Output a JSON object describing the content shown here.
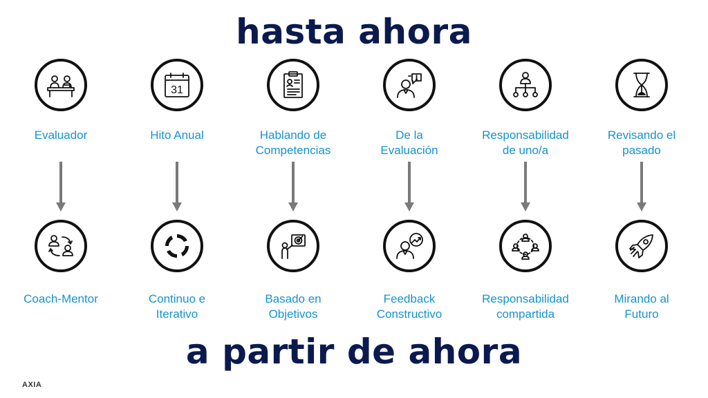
{
  "title_top": "hasta ahora",
  "title_bottom": "a partir de ahora",
  "brand": "AXIA",
  "colors": {
    "heading": "#0b1a4e",
    "label": "#1592d0",
    "arrow": "#7a7a7a",
    "icon_stroke": "#111111"
  },
  "columns": [
    {
      "from": {
        "icon": "evaluator-icon",
        "line1": "Evaluador",
        "line2": ""
      },
      "to": {
        "icon": "coach-mentor-icon",
        "line1": "Coach-Mentor",
        "line2": ""
      }
    },
    {
      "from": {
        "icon": "calendar-icon",
        "line1": "Hito Anual",
        "line2": "",
        "calendar_day": "31"
      },
      "to": {
        "icon": "cycle-arrows-icon",
        "line1": "Continuo e",
        "line2": "Iterativo"
      }
    },
    {
      "from": {
        "icon": "clipboard-icon",
        "line1": "Hablando de",
        "line2": "Competencias"
      },
      "to": {
        "icon": "presenter-target-icon",
        "line1": "Basado en",
        "line2": "Objetivos"
      }
    },
    {
      "from": {
        "icon": "person-alert-icon",
        "line1": "De la",
        "line2": "Evaluación"
      },
      "to": {
        "icon": "person-growth-icon",
        "line1": "Feedback",
        "line2": "Constructivo"
      }
    },
    {
      "from": {
        "icon": "org-chart-icon",
        "line1": "Responsabilidad",
        "line2": "de uno/a"
      },
      "to": {
        "icon": "team-network-icon",
        "line1": "Responsabilidad",
        "line2": "compartida"
      }
    },
    {
      "from": {
        "icon": "hourglass-icon",
        "line1": "Revisando el",
        "line2": "pasado"
      },
      "to": {
        "icon": "rocket-icon",
        "line1": "Mirando al",
        "line2": "Futuro"
      }
    }
  ]
}
